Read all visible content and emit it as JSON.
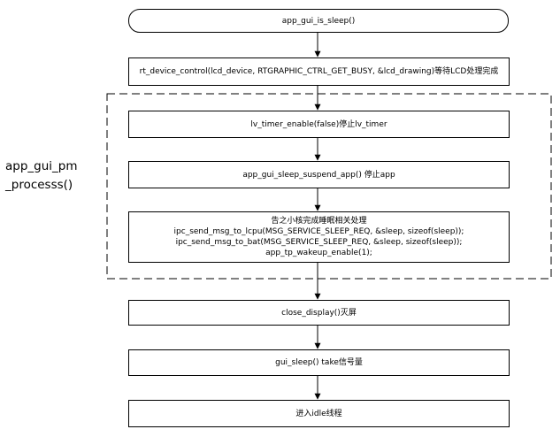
{
  "diagram": {
    "start": "app_gui_is_sleep()",
    "step_wait_lcd": "rt_device_control(lcd_device, RTGRAPHIC_CTRL_GET_BUSY, &lcd_drawing)等待LCD处理完成",
    "step_timer": "lv_timer_enable(false)停止lv_timer",
    "step_suspend": "app_gui_sleep_suspend_app() 停止app",
    "step_notify": {
      "line1": "告之小核完成睡眠相关处理",
      "line2": "ipc_send_msg_to_lcpu(MSG_SERVICE_SLEEP_REQ, &sleep, sizeof(sleep));",
      "line3": "ipc_send_msg_to_bat(MSG_SERVICE_SLEEP_REQ, &sleep, sizeof(sleep));",
      "line4": "app_tp_wakeup_enable(1);"
    },
    "step_close_display": "close_display()灭屏",
    "step_take_sem": "gui_sleep() take信号量",
    "step_idle": "进入idle线程",
    "group_label": {
      "line1": "app_gui_pm",
      "line2": "_processs()"
    }
  }
}
